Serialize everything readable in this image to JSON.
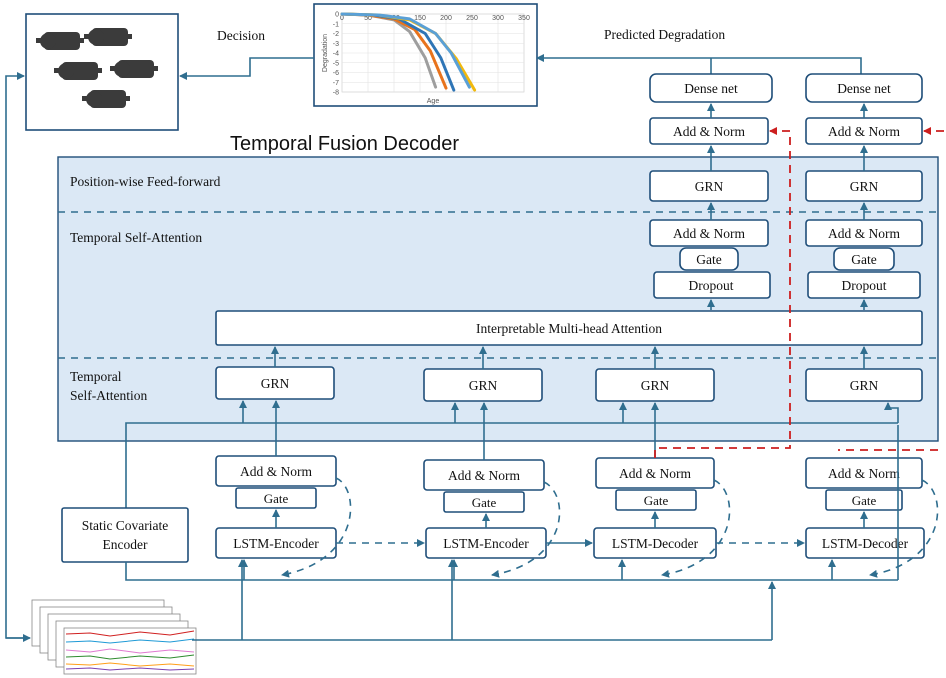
{
  "labels": {
    "title": "Temporal Fusion Decoder",
    "decision": "Decision",
    "predicted": "Predicted Degradation",
    "pwff": "Position-wise Feed-forward",
    "tsa": "Temporal Self-Attention",
    "tsa2_line1": "Temporal",
    "tsa2_line2": "Self-Attention",
    "mha": "Interpretable Multi-head Attention",
    "static_line1": "Static Covariate",
    "static_line2": "Encoder",
    "dense": "Dense net",
    "add_norm": "Add & Norm",
    "grn": "GRN",
    "gate": "Gate",
    "dropout": "Dropout",
    "lstm_enc": "LSTM-Encoder",
    "lstm_dec": "LSTM-Decoder"
  },
  "colors": {
    "panel": "#dbe8f5",
    "line": "#2f6e8f",
    "red_dashed": "#cc1f1f"
  },
  "chart_data": {
    "type": "line",
    "xlabel": "Age",
    "ylabel": "Degradation",
    "xticks": [
      "0",
      "50",
      "100",
      "150",
      "200",
      "250",
      "300",
      "350"
    ],
    "yticks": [
      "0",
      "-1",
      "-2",
      "-3",
      "-4",
      "-5",
      "-6",
      "-7",
      "-8"
    ],
    "xlim": [
      0,
      350
    ],
    "ylim": [
      -8,
      0
    ],
    "series": [
      {
        "color": "#9e9e9e",
        "x": [
          0,
          50,
          100,
          130,
          160,
          180
        ],
        "y": [
          0,
          -0.1,
          -0.6,
          -1.8,
          -4.5,
          -7.5
        ]
      },
      {
        "color": "#e8731c",
        "x": [
          0,
          50,
          100,
          140,
          170,
          200
        ],
        "y": [
          0,
          -0.1,
          -0.5,
          -1.6,
          -3.8,
          -7.6
        ]
      },
      {
        "color": "#2e75b6",
        "x": [
          0,
          60,
          110,
          160,
          190,
          215
        ],
        "y": [
          0,
          -0.1,
          -0.5,
          -2,
          -4.5,
          -7.8
        ]
      },
      {
        "color": "#f2b90d",
        "x": [
          0,
          70,
          130,
          180,
          220,
          255
        ],
        "y": [
          0,
          -0.1,
          -0.6,
          -2,
          -4.6,
          -7.8
        ]
      },
      {
        "color": "#5aa0d6",
        "x": [
          0,
          70,
          130,
          180,
          210,
          245
        ],
        "y": [
          0,
          -0.1,
          -0.5,
          -2,
          -4,
          -7.5
        ]
      }
    ]
  }
}
